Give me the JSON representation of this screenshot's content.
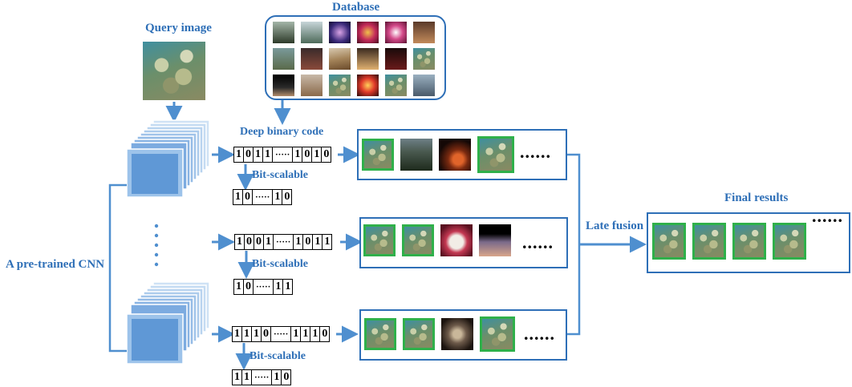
{
  "labels": {
    "query_image": "Query image",
    "database": "Database",
    "deep_binary_code": "Deep binary code",
    "pretrained_cnn": "A pre-trained CNN",
    "late_fusion": "Late fusion",
    "final_results": "Final results"
  },
  "bit_scalable_label": "Bit-scalable",
  "branches": [
    {
      "code": [
        "1",
        "0",
        "1",
        "1",
        "·····",
        "1",
        "0",
        "1",
        "0"
      ],
      "short_code": [
        "1",
        "0",
        "·····",
        "1",
        "0"
      ]
    },
    {
      "code": [
        "1",
        "0",
        "0",
        "1",
        "·····",
        "1",
        "0",
        "1",
        "1"
      ],
      "short_code": [
        "1",
        "0",
        "·····",
        "1",
        "1"
      ]
    },
    {
      "code": [
        "1",
        "1",
        "1",
        "0",
        "·····",
        "1",
        "1",
        "1",
        "0"
      ],
      "short_code": [
        "1",
        "1",
        "·····",
        "1",
        "0"
      ]
    }
  ],
  "ellipsis": "......",
  "colors": {
    "accent_blue": "#2e6fb7",
    "arrow_blue": "#4f8fcf",
    "match_green": "#2fb04a"
  }
}
